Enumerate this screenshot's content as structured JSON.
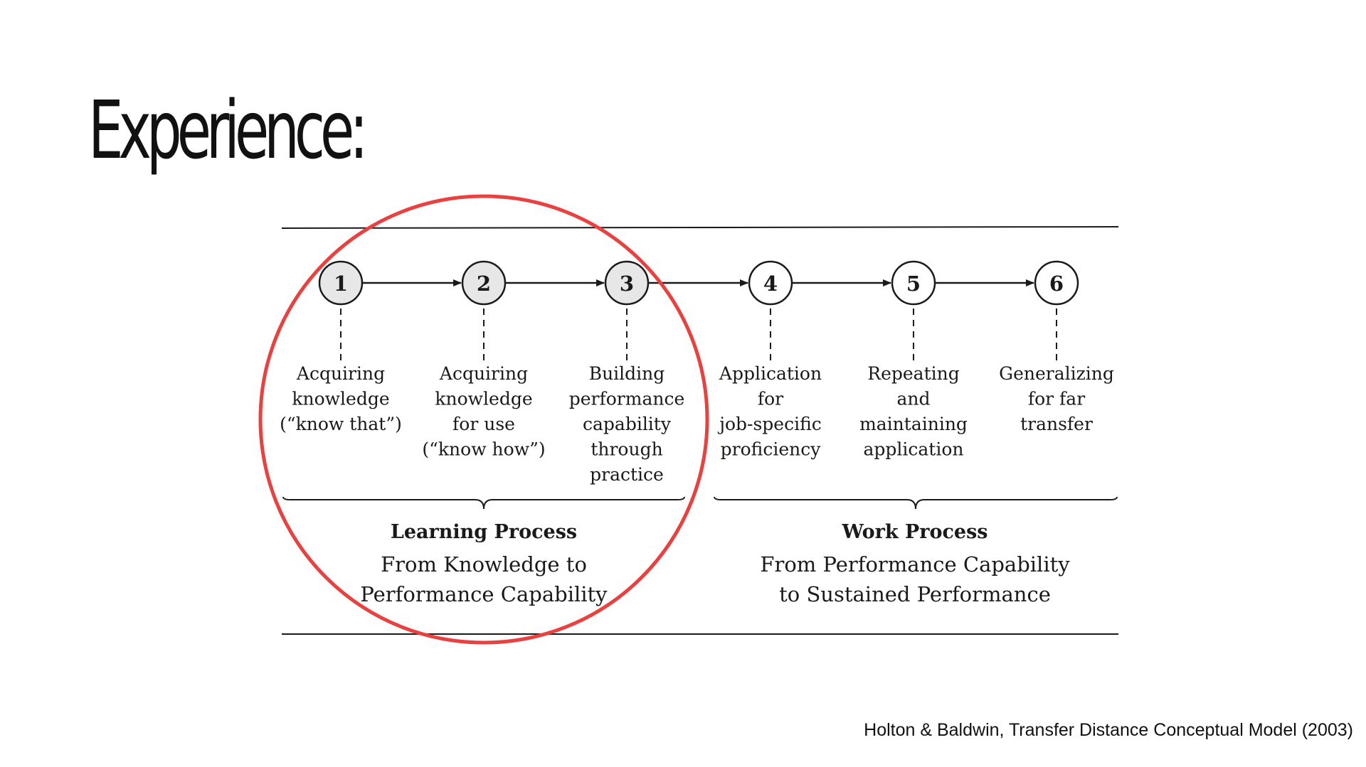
{
  "slide": {
    "title": "Experience:",
    "citation": "Holton & Baldwin, Transfer Distance Conceptual Model (2003)"
  },
  "diagram": {
    "steps": [
      {
        "number": "1",
        "label": [
          "Acquiring",
          "knowledge",
          "(“know that”)"
        ],
        "highlighted": true
      },
      {
        "number": "2",
        "label": [
          "Acquiring",
          "knowledge",
          "for use",
          "(“know how”)"
        ],
        "highlighted": true
      },
      {
        "number": "3",
        "label": [
          "Building",
          "performance",
          "capability",
          "through",
          "practice"
        ],
        "highlighted": true
      },
      {
        "number": "4",
        "label": [
          "Application",
          "for",
          "job-specific",
          "proficiency"
        ],
        "highlighted": false
      },
      {
        "number": "5",
        "label": [
          "Repeating",
          "and",
          "maintaining",
          "application"
        ],
        "highlighted": false
      },
      {
        "number": "6",
        "label": [
          "Generalizing",
          "for far",
          "transfer"
        ],
        "highlighted": false
      }
    ],
    "processes": [
      {
        "name": "Learning Process",
        "description": [
          "From Knowledge to",
          "Performance Capability"
        ]
      },
      {
        "name": "Work Process",
        "description": [
          "From Performance Capability",
          "to Sustained Performance"
        ]
      }
    ]
  },
  "colors": {
    "highlight_circle": "#e8413f",
    "ink": "#1a1a1a",
    "node_fill": "#e7e7e7",
    "node_fill_plain": "#ffffff"
  }
}
